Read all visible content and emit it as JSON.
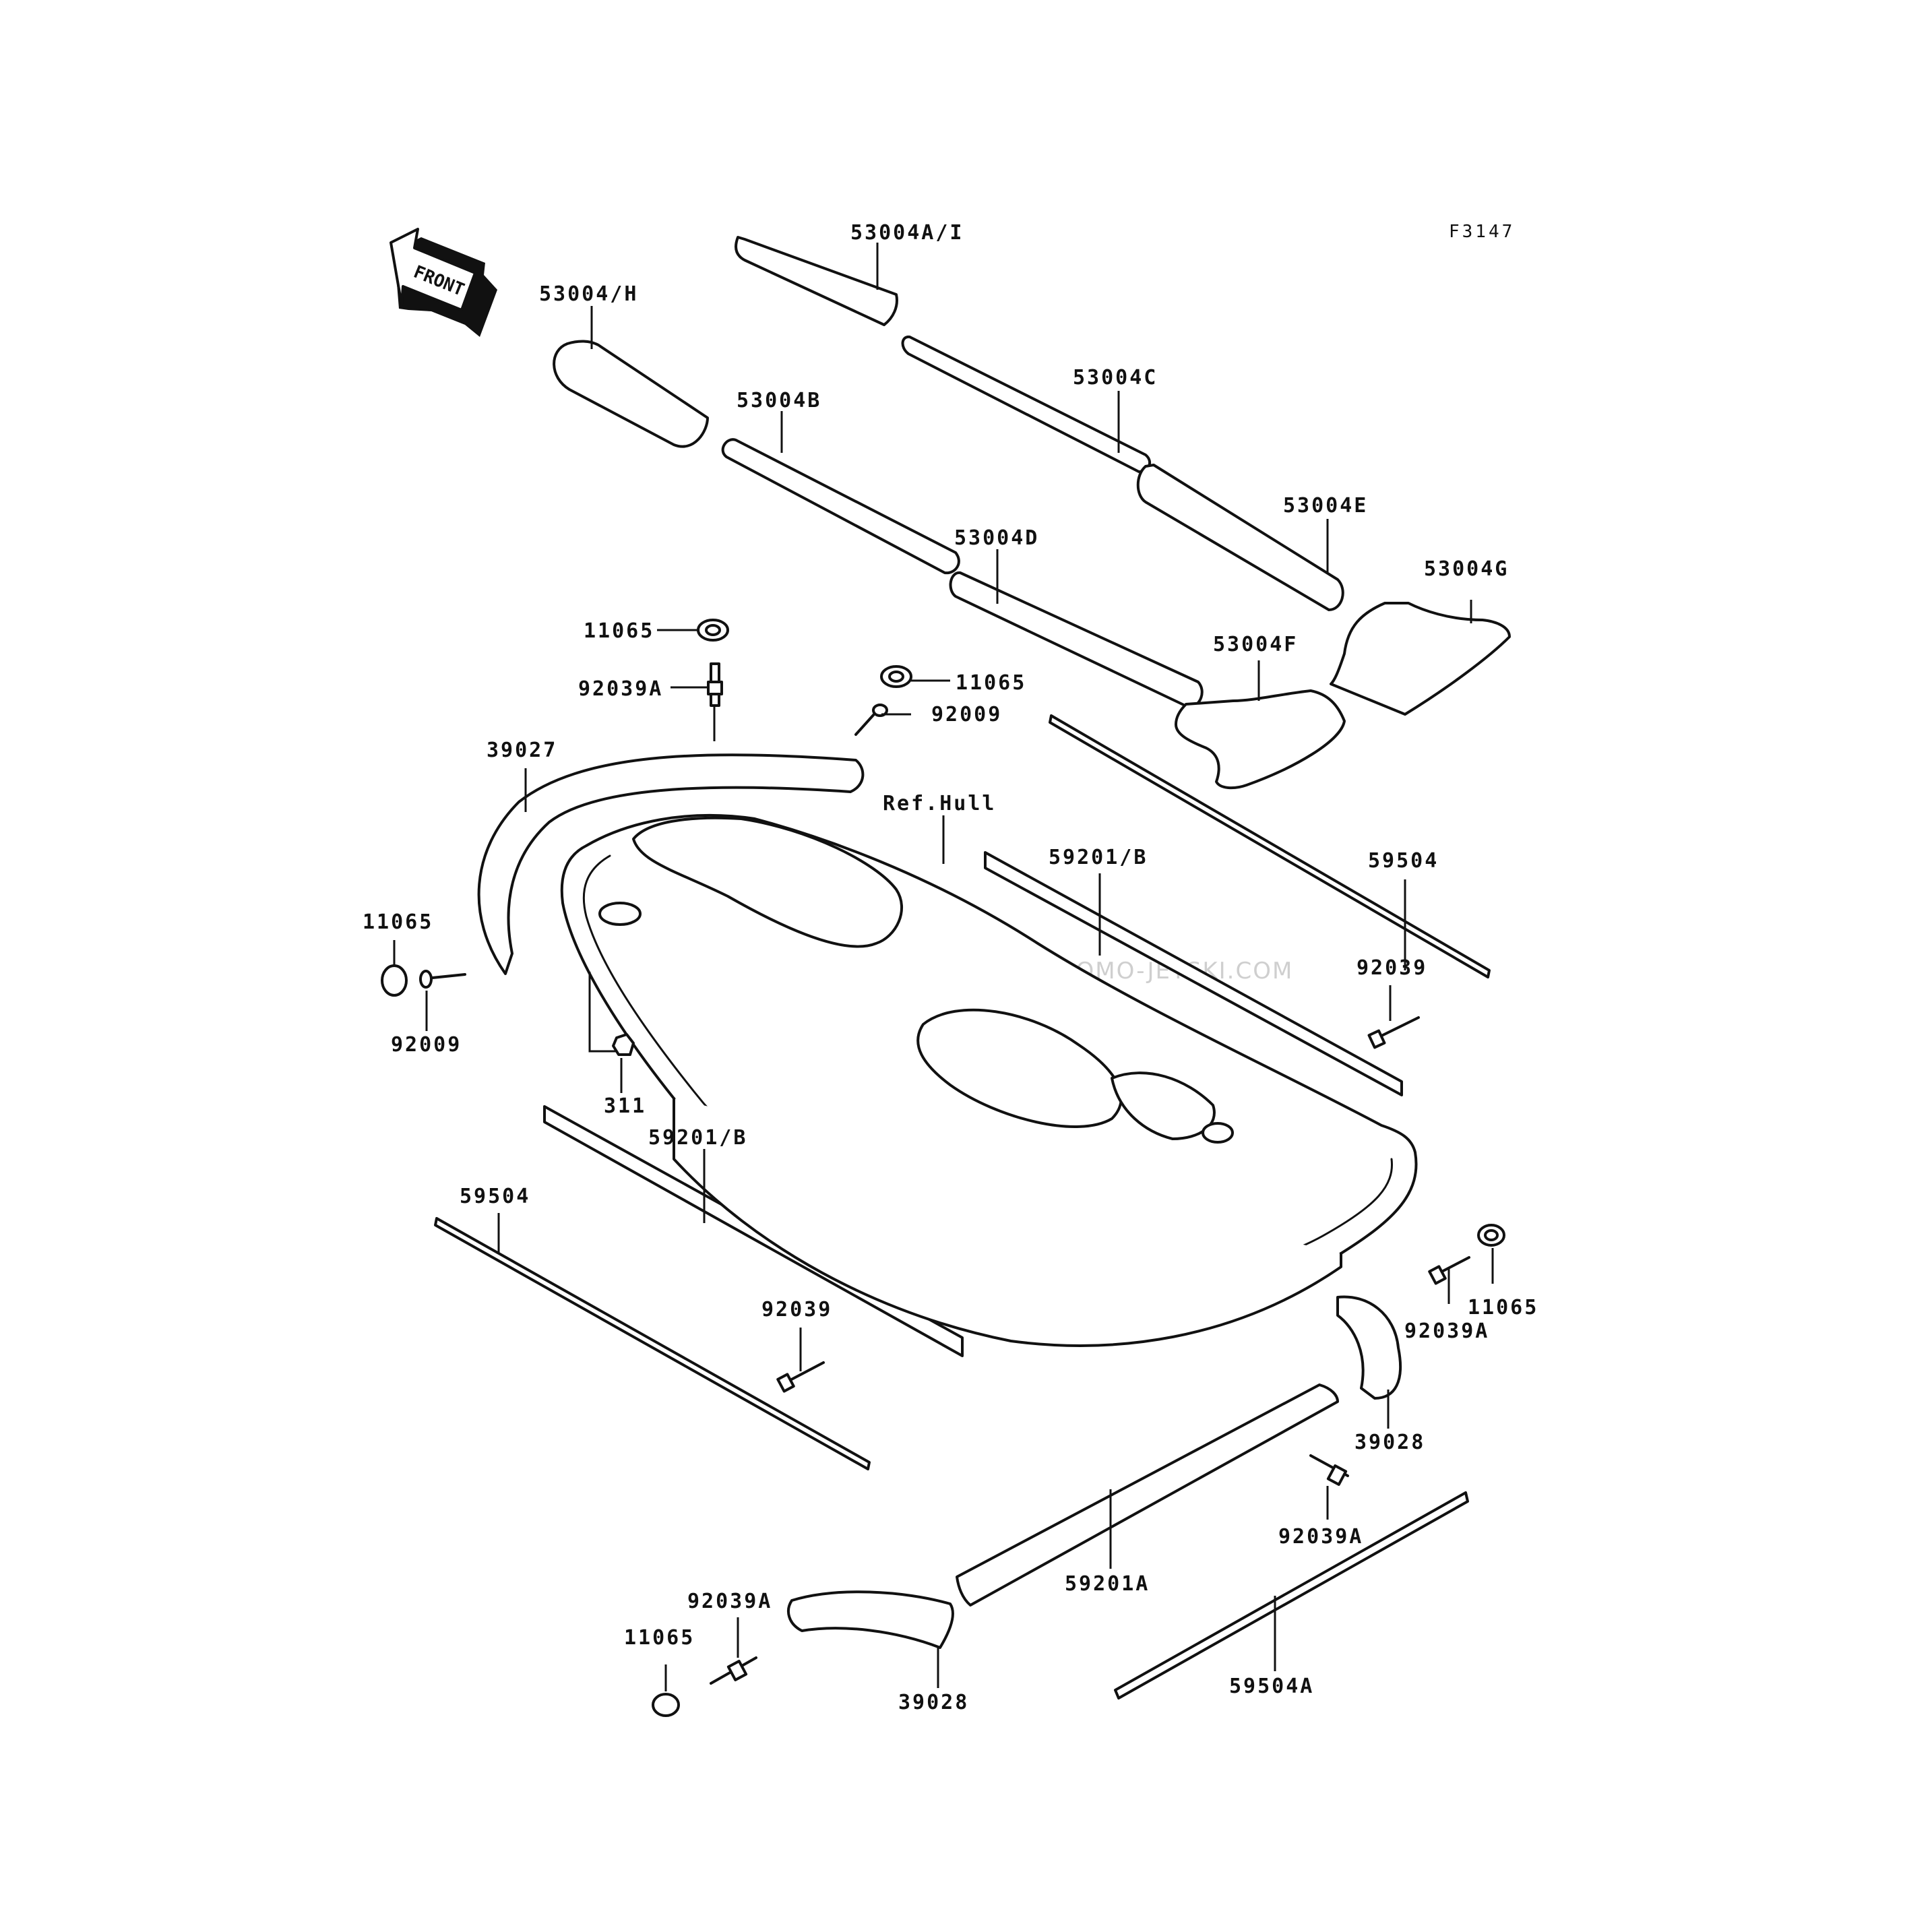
{
  "figure_id": "F3147",
  "front_arrow": "FRONT",
  "watermark": "JETSKI.COM  PROMO-JETSKI.COM  PROMO-JETSKI.COM",
  "ref_hull": "Ref.Hull",
  "labels": {
    "mat_a_i": "53004A/I",
    "mat_h": "53004/H",
    "mat_c": "53004C",
    "mat_b": "53004B",
    "mat_e": "53004E",
    "mat_d": "53004D",
    "mat_g": "53004G",
    "mat_f": "53004F",
    "cap_top": "11065",
    "rivet_top": "92039A",
    "cap_top_right": "11065",
    "screw_top": "92009",
    "bumper_front": "39027",
    "rail_59504_right": "59504",
    "rail_59201b_right": "59201/B",
    "cap_left": "11065",
    "screw_left": "92009",
    "rivet_right": "92039",
    "nut_311": "311",
    "rail_59201b_left": "59201/B",
    "rail_59504_left": "59504",
    "rivet_left": "92039",
    "cap_right": "11065",
    "rivet_right_a": "92039A",
    "bumper_rear_right": "39028",
    "rivet_mid_a": "92039A",
    "rail_59201a": "59201A",
    "rivet_bottom_a": "92039A",
    "cap_bottom": "11065",
    "bumper_rear_left": "39028",
    "rail_59504a": "59504A"
  }
}
